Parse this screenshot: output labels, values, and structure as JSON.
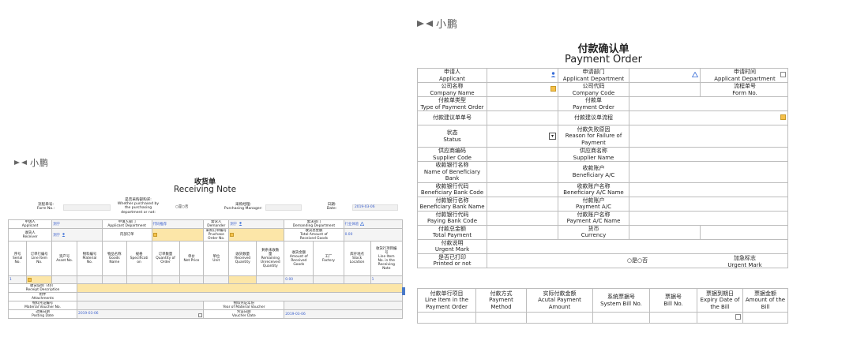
{
  "brand": {
    "name": "小鹏"
  },
  "receiving_note": {
    "title_cn": "收货单",
    "title_en": "Receiving Note",
    "top": {
      "form_no_label": "流程单号:\nForm No.:",
      "purchased_label": "是否采购部购买:\nWhether purchased by\nthe purchasing\ndepartment or not:",
      "purchased_options": "○是○否",
      "manager_label": "采购经理:\nPurchasing Manager:",
      "date_label": "日期:\nDate:",
      "date_value": "2019-03-06"
    },
    "row1": {
      "applicant_label": "申请人\nApplicant",
      "applicant_value": "测宁",
      "dept_label": "申请人部门\nApplicant Department",
      "dept_value": "代码推荐",
      "demander_label": "需求人\nDemander",
      "demander_value": "测宁",
      "demanding_dept_label": "需求部门\nDemanding Department",
      "demanding_dept_value": "行业体验"
    },
    "row2": {
      "receiver_label": "收货人\nReceiver",
      "receiver_value": "测宁",
      "order_label": "内部订单",
      "po_label": "采购订单编号\nPruchase Order No.",
      "total_label": "收货总金额\nTotal Amount of\nReceived Goods",
      "total_value": "0.00"
    },
    "headers": [
      "序号\nSerial\nNo.",
      "订单行编号\nLine Item\nNo.",
      "资产号\nAsset No.",
      "物料编号\nMaterial\nNo.",
      "物品名称\nGoods\nName",
      "规格\nSpecificati\non",
      "订单数量\nQuantity of\nOrder",
      "单价\nNet Price",
      "单位\nUnit",
      "收货数量\nReceived\nQuantity",
      "剩余未收数\n量\nRemaining\nUnreceived\nQuantity",
      "收货金额\nAmount of\nReceived\nGoods",
      "工厂\nFactory",
      "库存地点\nStock\nLocation",
      "收货行项目编\n号\nLine Item\nNo. in the\nReceiving\nNote"
    ],
    "row_values": {
      "serial": "1",
      "amount": "0.00",
      "line_no": "1"
    },
    "bottom": {
      "receipt_desc_label": "收货说明（40）\nReceipt Description",
      "attachments_label": "附件\nAttachments",
      "voucher_no_label": "物料凭证编号\nMaterial Voucher No.",
      "voucher_year_label": "物料凭证年份\nYear of Material Voucher",
      "posting_date_label": "过账日期\nPosting Date",
      "posting_date_value": "2019-03-06",
      "voucher_date_label": "凭证日期\nVoucher Date",
      "voucher_date_value": "2019-03-06"
    }
  },
  "payment_order": {
    "title_cn": "付款确认单",
    "title_en": "Payment Order",
    "labels": {
      "applicant": "申请人\nApplicant",
      "applicant_dept": "申请部门\nApplicant Department",
      "apply_time": "申请时间\nApplicant Department",
      "company_name": "公司名称\nCompany Name",
      "company_code": "公司代码\nCompany Code",
      "form_no": "流程单号\nForm No.",
      "type": "付款单类型\nType of Payment Order",
      "payment_order": "付款单\nPayment Order",
      "suggest_no": "付款建议单单号",
      "suggest_flow": "付款建议单流程",
      "status": "状态\nStatus",
      "failure_reason": "付款失败原因\nReason for Failure of\nPayment",
      "supplier_code": "供应商编码\nSupplier Code",
      "supplier_name": "供应商名称\nSupplier Name",
      "bene_bank": "收款银行名称\nName of Beneficiary\nBank",
      "bene_ac": "收款账户\nBeneficiary A/C",
      "bene_bank_code": "收款银行代码\nBeneficiary Bank Code",
      "bene_ac_name": "收款账户名称\nBeneficiary A/C Name",
      "pay_bank_name": "付款银行名称\nBeneficiary Bank Name",
      "pay_ac": "付款账户\nPayment A/C",
      "pay_bank_code": "付款银行代码\nPaying Bank Code",
      "pay_ac_name": "付款账户名称\nPayment A/C Name",
      "total": "付款总金额\nTotal Payment",
      "currency": "货币\nCurrency",
      "urgent_flag": "加急标志\nUrgent Mark",
      "urgent_desc": "付款说明\nUrgent Mark",
      "printed": "是否已打印\nPrinted or not",
      "printed_options": "○是○否"
    },
    "line_headers": [
      "付款单行项目\nLine Item in the\nPayment Order",
      "付款方式\nPayment Method",
      "实际付款金额\nAcutal Payment Amount",
      "系统票据号\nSystem Bill No.",
      "票据号\nBill No.",
      "票据到期日\nExpiry Date of\nthe Bill",
      "票据金额\nAmount of the\nBill"
    ]
  }
}
